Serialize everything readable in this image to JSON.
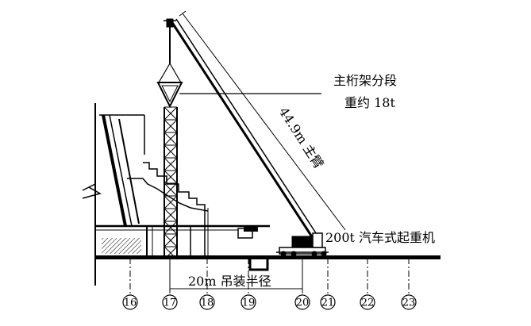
{
  "annotations": {
    "girder_segment_line1": "主桁架分段",
    "girder_segment_line2": "重约 18t",
    "boom_length": "44.9m 主臂",
    "crane_label": "200t 汽车式起重机",
    "lifting_radius": "20m 吊装半径"
  },
  "axis_labels": [
    "16",
    "17",
    "18",
    "19",
    "20",
    "21",
    "22",
    "23"
  ],
  "colors": {
    "stroke": "#000000",
    "background": "#ffffff"
  },
  "icons": {
    "hook": "crane-hook-icon",
    "crane": "truck-crane-icon",
    "tower": "support-tower-icon"
  }
}
